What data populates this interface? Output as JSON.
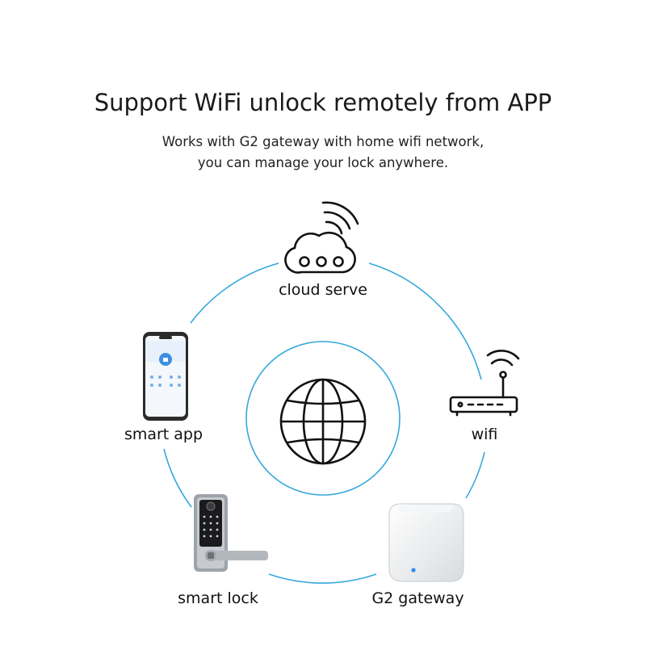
{
  "header": {
    "title": "Support WiFi unlock remotely from APP",
    "subtitle_line1": "Works with G2 gateway with home wifi network,",
    "subtitle_line2": "you can manage your lock anywhere."
  },
  "nodes": {
    "cloud": {
      "label": "cloud serve",
      "icon": "cloud-icon"
    },
    "wifi": {
      "label": "wifi",
      "icon": "wifi-router-icon"
    },
    "app": {
      "label": "smart app",
      "icon": "smartphone-icon"
    },
    "lock": {
      "label": "smart lock",
      "icon": "smart-lock-icon"
    },
    "gateway": {
      "label": "G2 gateway",
      "icon": "gateway-icon"
    },
    "center": {
      "icon": "globe-icon"
    }
  },
  "colors": {
    "ring": "#35a8dc",
    "icon_stroke": "#111111",
    "gateway_led": "#2a8cff"
  }
}
